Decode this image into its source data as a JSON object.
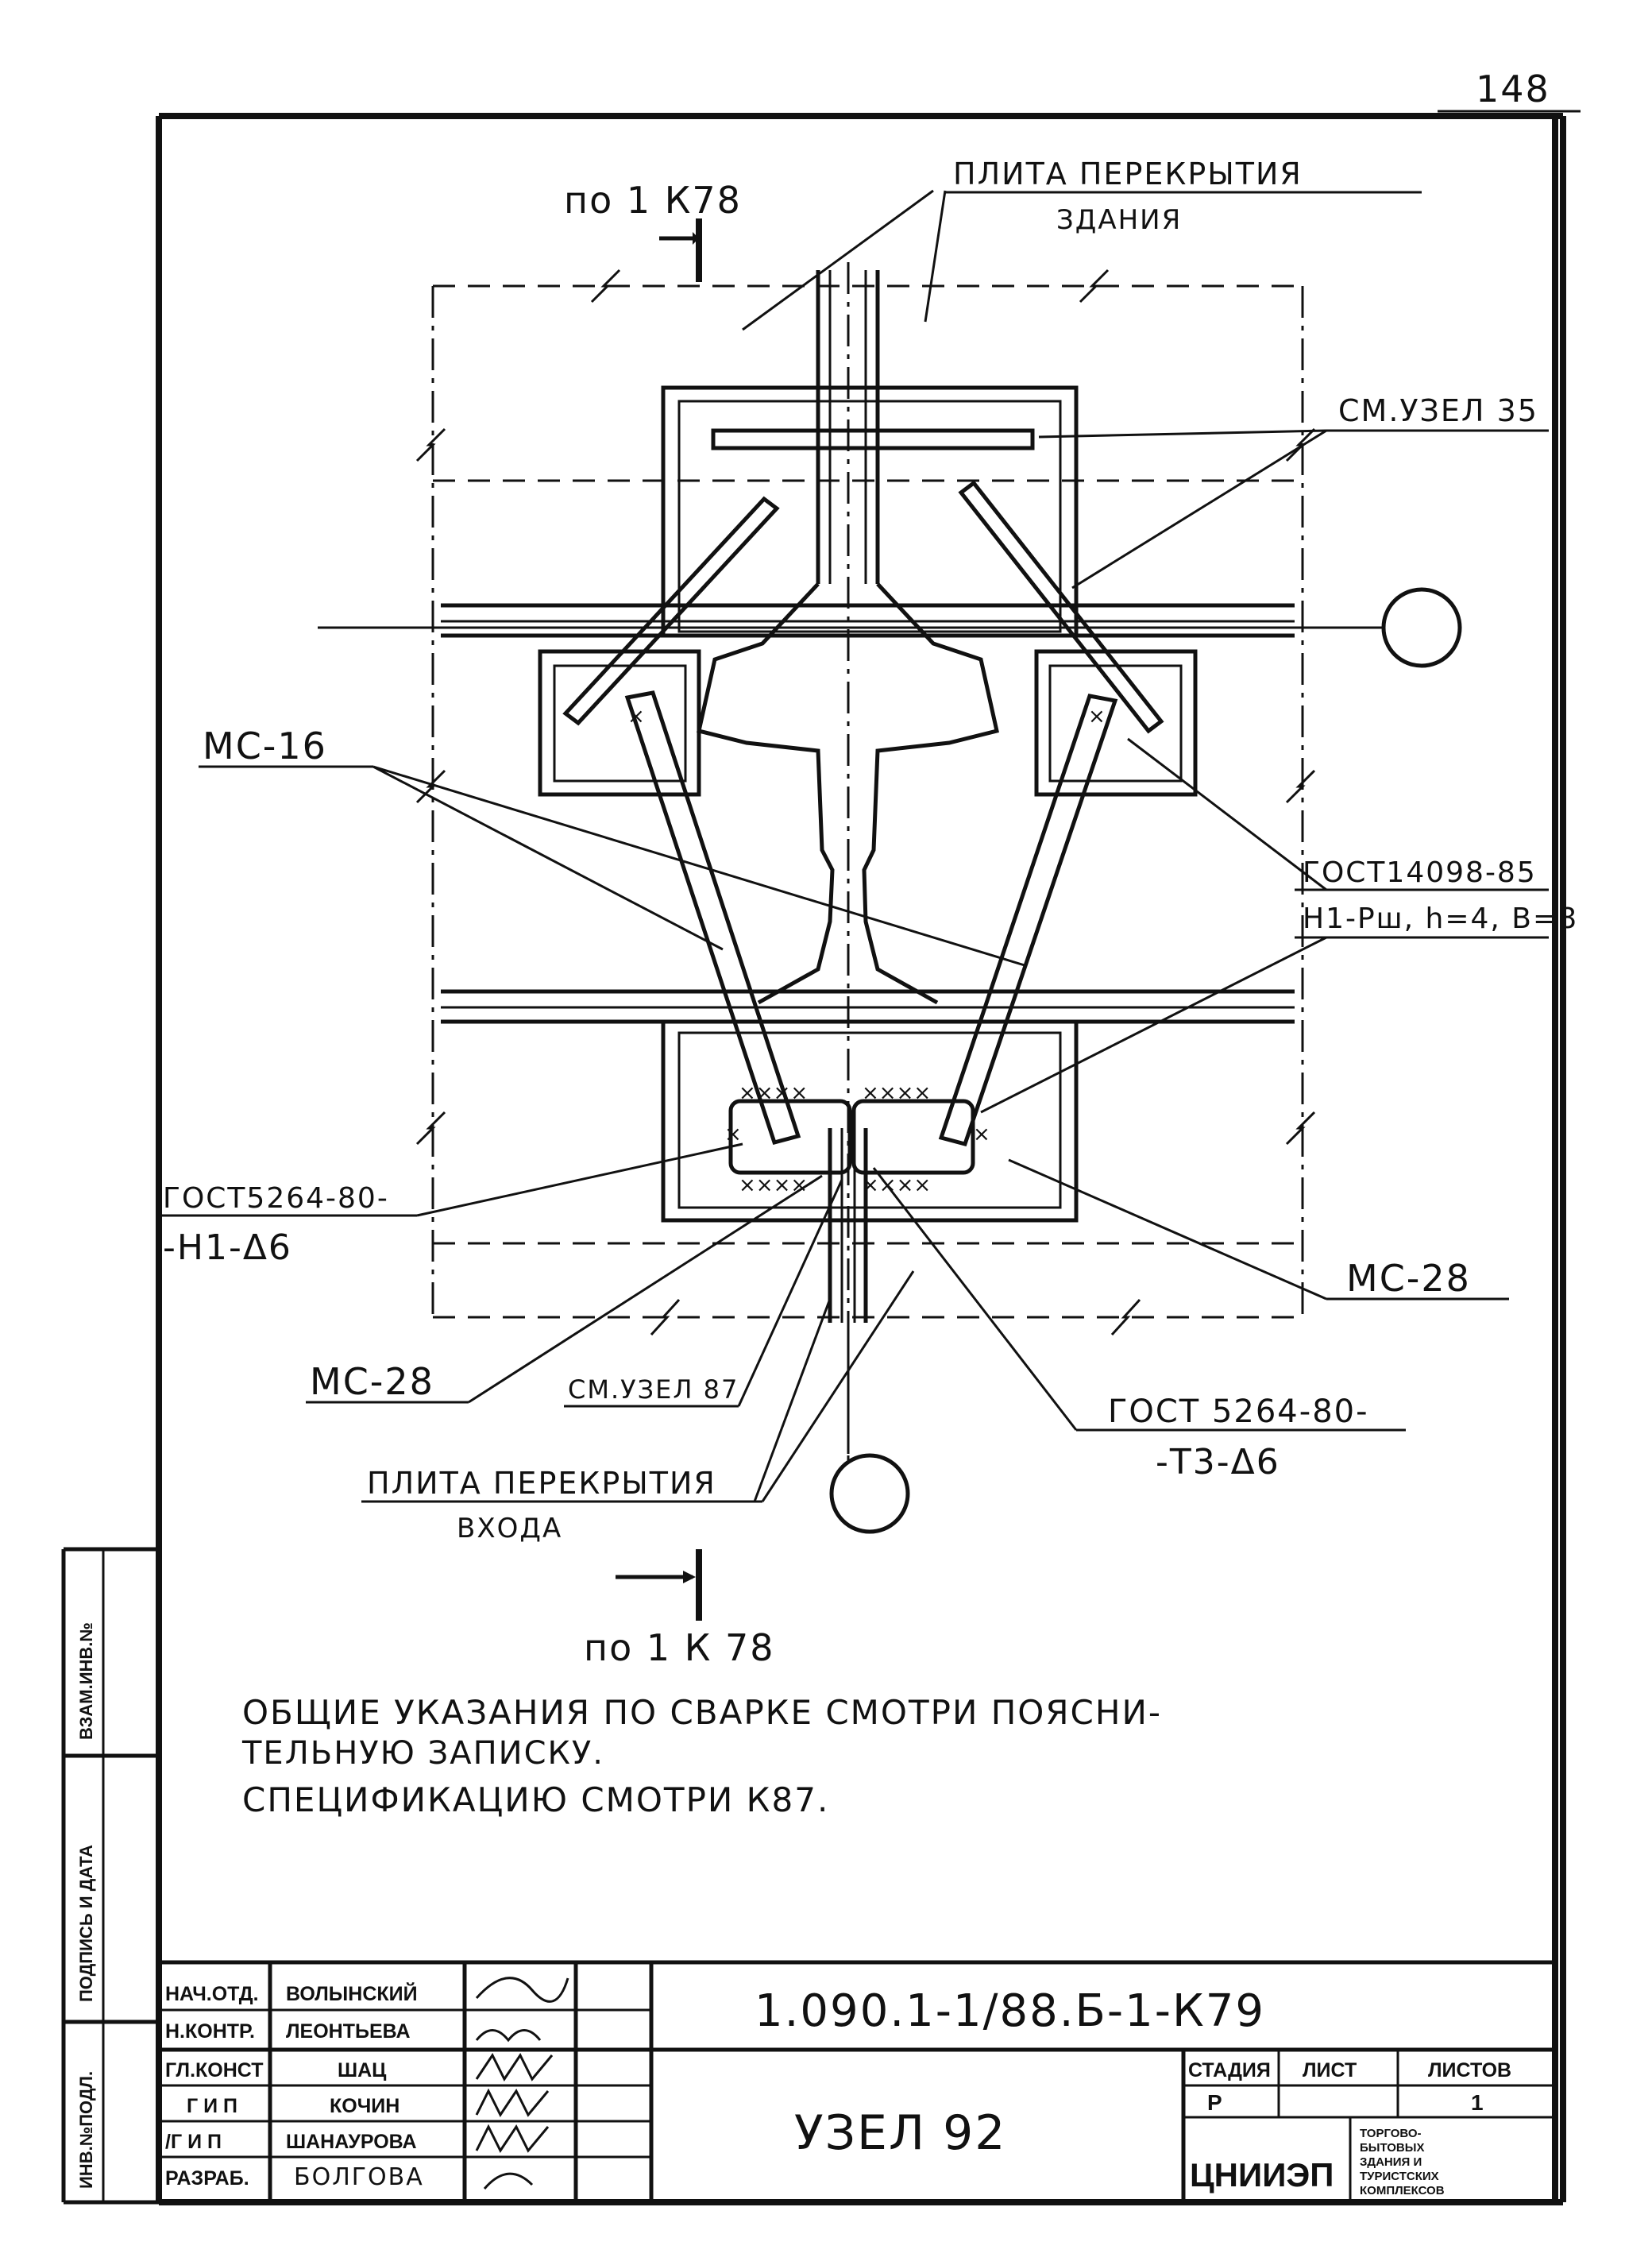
{
  "page_number": "148",
  "section_marks": {
    "top": "по 1 К78",
    "bottom": "по 1 К 78"
  },
  "callouts": {
    "slab_building_line1": "ПЛИТА ПЕРЕКРЫТИЯ",
    "slab_building_line2": "ЗДАНИЯ",
    "see_node_35": "СМ.УЗЕЛ 35",
    "mc16": "МС-16",
    "gost_14098_line1": "ГОСТ14098-85",
    "gost_14098_line2": "Н1-Рш, h=4, В=8",
    "gost_5264_left_line1": "ГОСТ5264-80-",
    "gost_5264_left_line2": "-Н1-Δ6",
    "mc28_right": "МС-28",
    "mc28_left": "МС-28",
    "see_node_87": "СМ.УЗЕЛ 87",
    "gost_5264_right_line1": "ГОСТ 5264-80-",
    "gost_5264_right_line2": "-Т3-Δ6",
    "slab_entrance_line1": "ПЛИТА ПЕРЕКРЫТИЯ",
    "slab_entrance_line2": "ВХОДА"
  },
  "notes": {
    "line1": "ОБЩИЕ УКАЗАНИЯ ПО СВАРКЕ СМОТРИ ПОЯСНИ-",
    "line2": "ТЕЛЬНУЮ ЗАПИСКУ.",
    "line3": "СПЕЦИФИКАЦИЮ СМОТРИ К87."
  },
  "side_strip": {
    "replace_inv": "ВЗАМ.ИНВ.№",
    "sign_date": "ПОДПИСЬ И ДАТА",
    "inv_orig": "ИНВ.№ПОДЛ."
  },
  "title_block": {
    "code": "1.090.1-1/88.Б-1-К79",
    "drawing_title": "УЗЕЛ 92",
    "rows": [
      {
        "role": "НАЧ.ОТД.",
        "name": "ВОЛЫНСКИЙ"
      },
      {
        "role": "Н.КОНТР.",
        "name": "ЛЕОНТЬЕВА"
      },
      {
        "role": "ГЛ.КОНСТ",
        "name": "ШАЦ"
      },
      {
        "role": "Г И П",
        "name": "КОЧИН"
      },
      {
        "role": "/Г И П",
        "name": "ШАНАУРОВА"
      },
      {
        "role": "РАЗРАБ.",
        "name": "БОЛГОВА"
      }
    ],
    "stage_label": "СТАДИЯ",
    "sheet_label": "ЛИСТ",
    "sheets_label": "ЛИСТОВ",
    "stage_value": "Р",
    "sheets_value": "1",
    "org": "ЦНИИЭП",
    "org_sub": [
      "ТОРГОВО-",
      "БЫТОВЫХ",
      "ЗДАНИЯ И",
      "ТУРИСТСКИХ",
      "КОМПЛЕКСОВ"
    ]
  }
}
